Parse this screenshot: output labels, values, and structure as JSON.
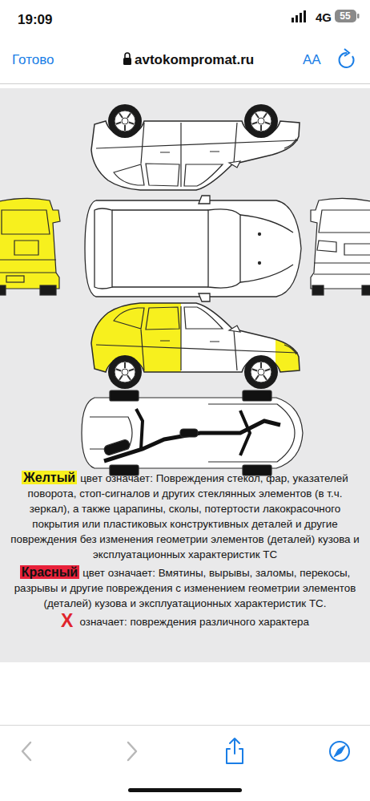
{
  "diagram": {
    "labels": [
      "19:09",
      "4G",
      "55",
      "Готово",
      "avtokompromat.ru",
      "AA",
      "цвет означает: Повреждения стекол, фар, указателей поворота, стоп-сигналов и других стеклянных элементов (в т.ч. зеркал), а также царапины, сколы, потертости лакокрасочного покрытия или пластиковых конструктивных деталей и другие повреждения без изменения геометрии элементов (деталей) кузова и эксплуатационных характеристик ТС",
      "цвет означает: Вмятины, вырывы, заломы, перекосы, разрывы и другие повреждения с изменением геометрии элементов (деталей) кузова и эксплуатационных характеристик ТС.",
      "X",
      "означает: повреждения различного характера"
    ],
    "legend": [
      {
        "text": "Желтый",
        "color": "#f7f01e"
      },
      {
        "text": "Красный",
        "color": "#e8213a"
      }
    ]
  }
}
